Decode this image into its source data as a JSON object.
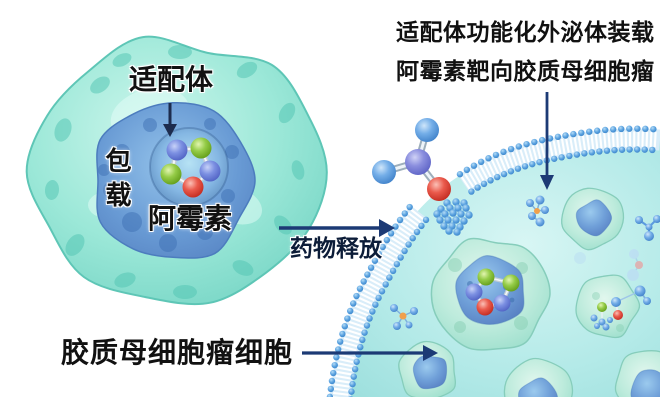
{
  "labels": {
    "aptamer": "适配体",
    "loading": "包载",
    "doxorubicin": "阿霉素",
    "drug_release": "药物释放",
    "glioblastoma_cells": "胶质母细胞瘤细胞",
    "caption_line1": "适配体功能化外泌体装载",
    "caption_line2": "阿霉素靶向胶质母细胞瘤"
  },
  "colors": {
    "label_text": "#111111",
    "arrow": "#1c3a75",
    "exosome_teal": "#74d4c4",
    "vesicle_blue": "#689ad4",
    "membrane_blue": "#5aa2e0",
    "cell_interior_cyan": "#b4eae8",
    "molecule_blue": "#7c90e2",
    "molecule_green": "#95cc48",
    "molecule_red": "#ea5a4c"
  }
}
